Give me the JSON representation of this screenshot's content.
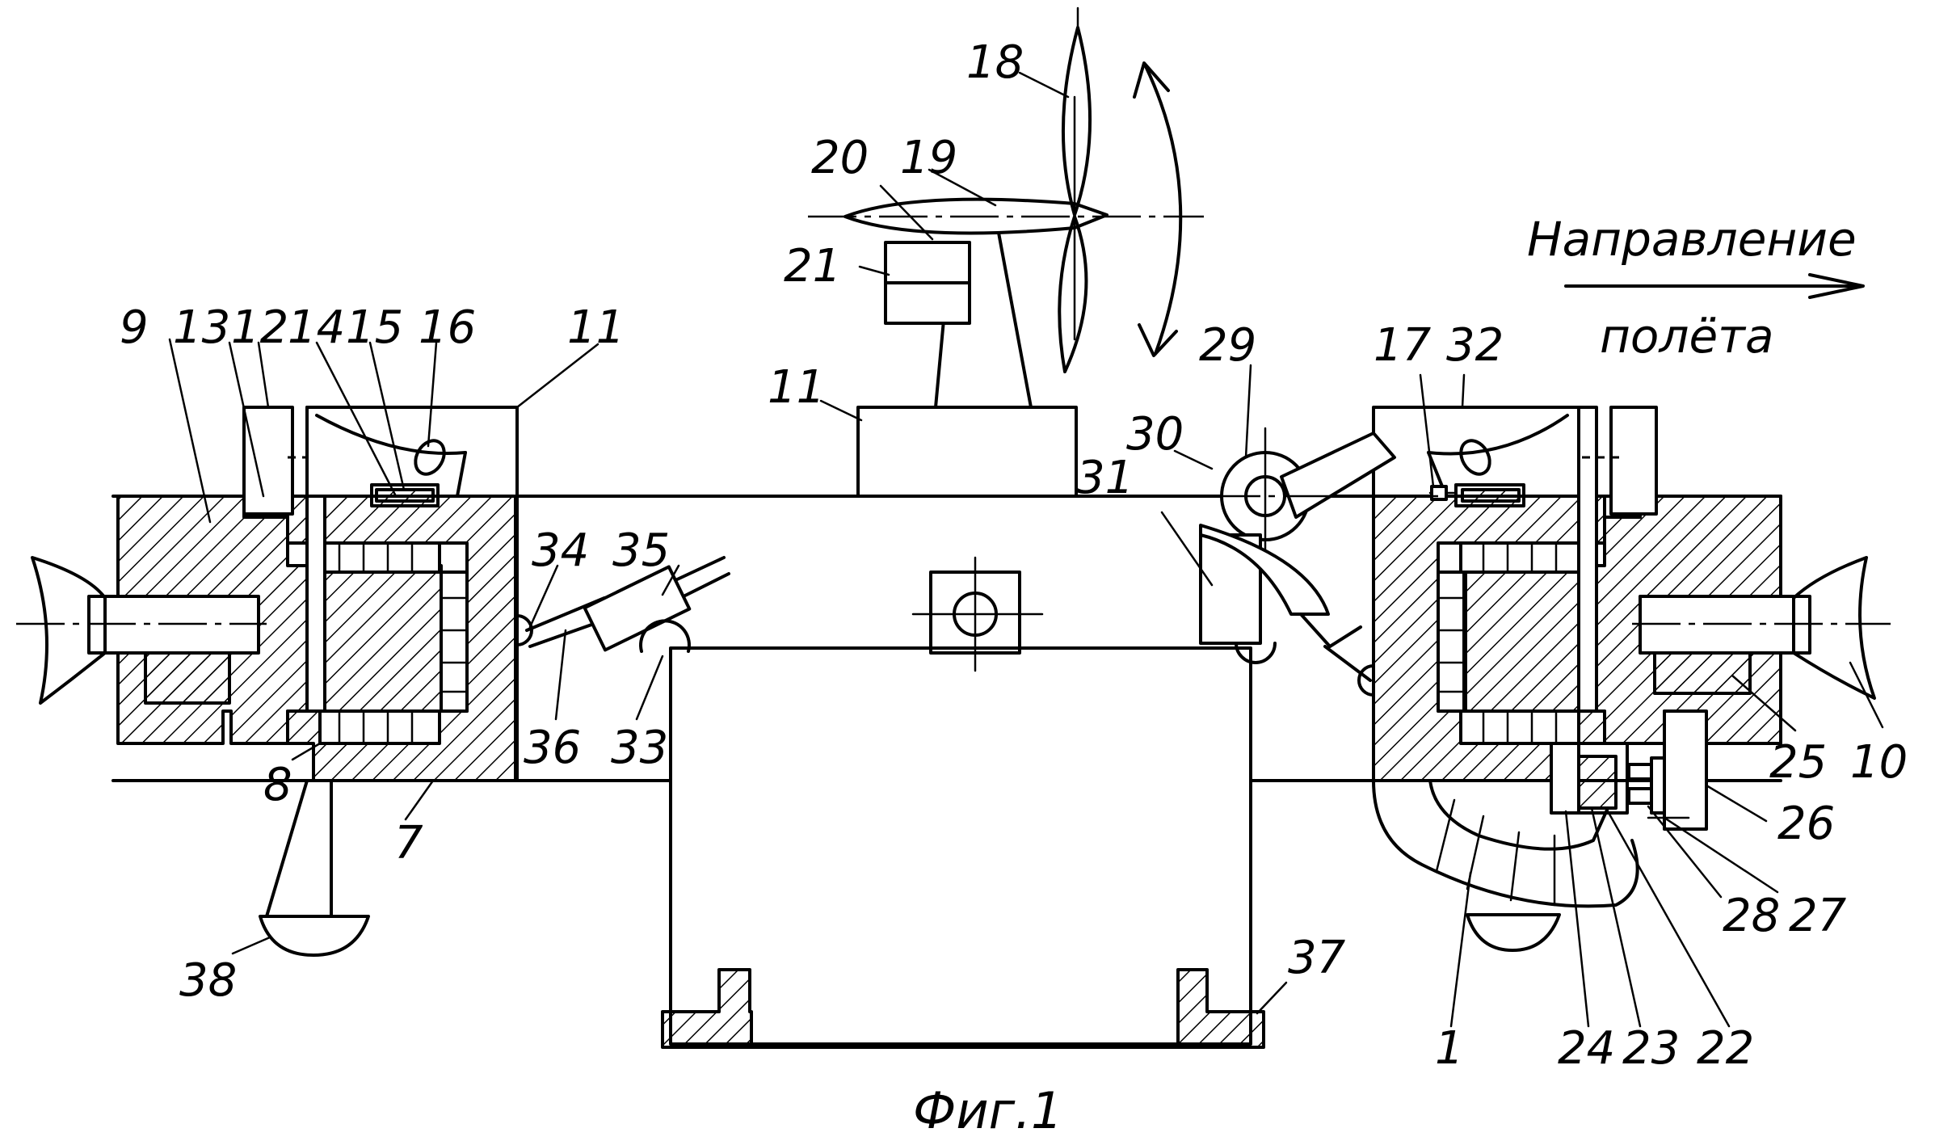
{
  "direction": {
    "line1": "Направление",
    "line2": "полёта"
  },
  "caption": "Фиг.1",
  "callouts": [
    {
      "id": "c1",
      "text": "1"
    },
    {
      "id": "c7",
      "text": "7"
    },
    {
      "id": "c8",
      "text": "8"
    },
    {
      "id": "c9",
      "text": "9"
    },
    {
      "id": "c10",
      "text": "10"
    },
    {
      "id": "c11a",
      "text": "11"
    },
    {
      "id": "c11b",
      "text": "11"
    },
    {
      "id": "c12",
      "text": "12"
    },
    {
      "id": "c13",
      "text": "13"
    },
    {
      "id": "c14",
      "text": "14"
    },
    {
      "id": "c15",
      "text": "15"
    },
    {
      "id": "c16",
      "text": "16"
    },
    {
      "id": "c17",
      "text": "17"
    },
    {
      "id": "c18",
      "text": "18"
    },
    {
      "id": "c19",
      "text": "19"
    },
    {
      "id": "c20",
      "text": "20"
    },
    {
      "id": "c21",
      "text": "21"
    },
    {
      "id": "c22",
      "text": "22"
    },
    {
      "id": "c23",
      "text": "23"
    },
    {
      "id": "c24",
      "text": "24"
    },
    {
      "id": "c25",
      "text": "25"
    },
    {
      "id": "c26",
      "text": "26"
    },
    {
      "id": "c27",
      "text": "27"
    },
    {
      "id": "c28",
      "text": "28"
    },
    {
      "id": "c29",
      "text": "29"
    },
    {
      "id": "c30",
      "text": "30"
    },
    {
      "id": "c31",
      "text": "31"
    },
    {
      "id": "c32",
      "text": "32"
    },
    {
      "id": "c33",
      "text": "33"
    },
    {
      "id": "c34",
      "text": "34"
    },
    {
      "id": "c35",
      "text": "35"
    },
    {
      "id": "c36",
      "text": "36"
    },
    {
      "id": "c37",
      "text": "37"
    },
    {
      "id": "c38",
      "text": "38"
    }
  ]
}
